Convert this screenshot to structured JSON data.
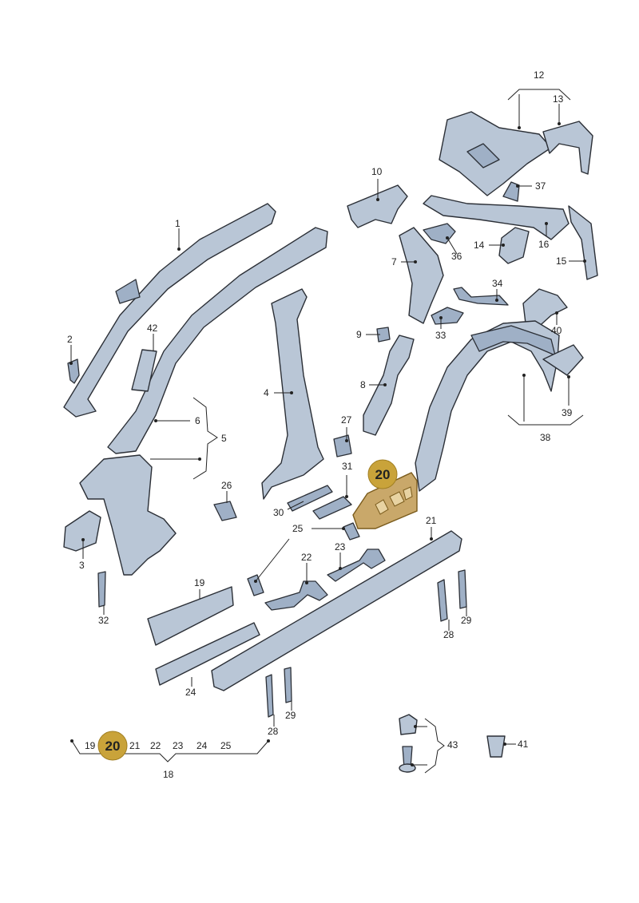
{
  "callouts": {
    "c1": "1",
    "c2": "2",
    "c3": "3",
    "c4": "4",
    "c5": "5",
    "c6": "6",
    "c7": "7",
    "c8": "8",
    "c9": "9",
    "c10": "10",
    "c12": "12",
    "c13": "13",
    "c14": "14",
    "c15": "15",
    "c16": "16",
    "c18": "18",
    "c19": "19",
    "c21a": "21",
    "c21b": "21",
    "c22a": "22",
    "c22b": "22",
    "c23a": "23",
    "c23b": "23",
    "c24a": "24",
    "c24b": "24",
    "c25a": "25",
    "c25b": "25",
    "c26": "26",
    "c27": "27",
    "c28a": "28",
    "c28b": "28",
    "c29a": "29",
    "c29b": "29",
    "c30": "30",
    "c31": "31",
    "c32": "32",
    "c33": "33",
    "c34": "34",
    "c36": "36",
    "c37": "37",
    "c38": "38",
    "c39": "39",
    "c40": "40",
    "c41": "41",
    "c42": "42",
    "c43": "43"
  },
  "highlight": {
    "badge_main": "20",
    "badge_legend": "20",
    "color": "#c9a33a"
  },
  "colors": {
    "part_fill": "#b9c6d6",
    "outline": "#2b2f36"
  }
}
